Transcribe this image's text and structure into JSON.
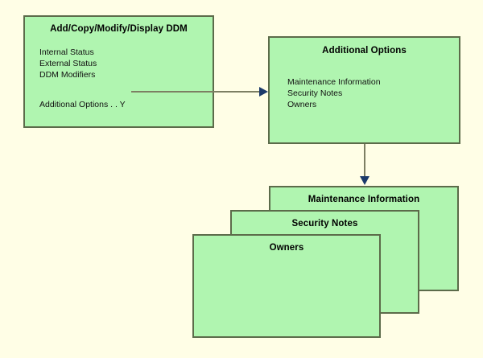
{
  "diagram": {
    "background_color": "#fffee6",
    "box_fill_color": "#b0f5b0",
    "box_border_color": "#5c6b4a",
    "connector_line_color": "#7d7f63",
    "arrow_head_color": "#1b3a6b",
    "main_screen": {
      "title": "Add/Copy/Modify/Display DDM",
      "fields": "Internal Status\nExternal Status\nDDM Modifiers",
      "option_prompt": "Additional Options . . Y"
    },
    "additional_options": {
      "title": "Additional Options",
      "items": "Maintenance Information\nSecurity Notes\nOwners"
    },
    "panels": [
      {
        "title": "Maintenance Information"
      },
      {
        "title": "Security Notes"
      },
      {
        "title": "Owners"
      }
    ]
  }
}
